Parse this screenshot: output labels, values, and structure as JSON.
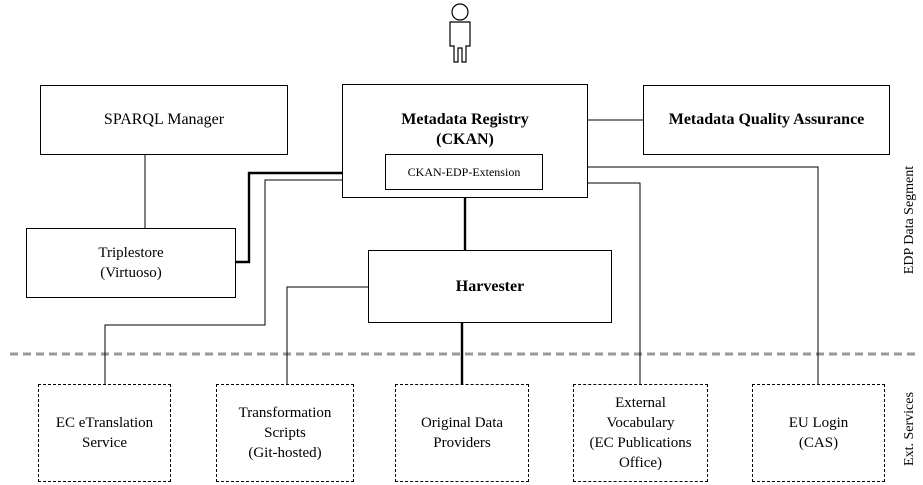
{
  "nodes": {
    "sparql_manager": "SPARQL Manager",
    "metadata_registry": "Metadata Registry\n(CKAN)",
    "ckan_edp_extension": "CKAN-EDP-Extension",
    "metadata_quality": "Metadata Quality Assurance",
    "triplestore": "Triplestore\n(Virtuoso)",
    "harvester": "Harvester",
    "ec_etranslation": "EC eTranslation\nService",
    "transformation_scripts": "Transformation\nScripts\n(Git-hosted)",
    "original_data_providers": "Original Data\nProviders",
    "external_vocabulary": "External\nVocabulary\n(EC Publications\nOffice)",
    "eu_login": "EU Login\n(CAS)"
  },
  "segments": {
    "edp_data_segment": "EDP Data Segment",
    "ext_services": "Ext. Services"
  },
  "actor_icon": "user-icon"
}
